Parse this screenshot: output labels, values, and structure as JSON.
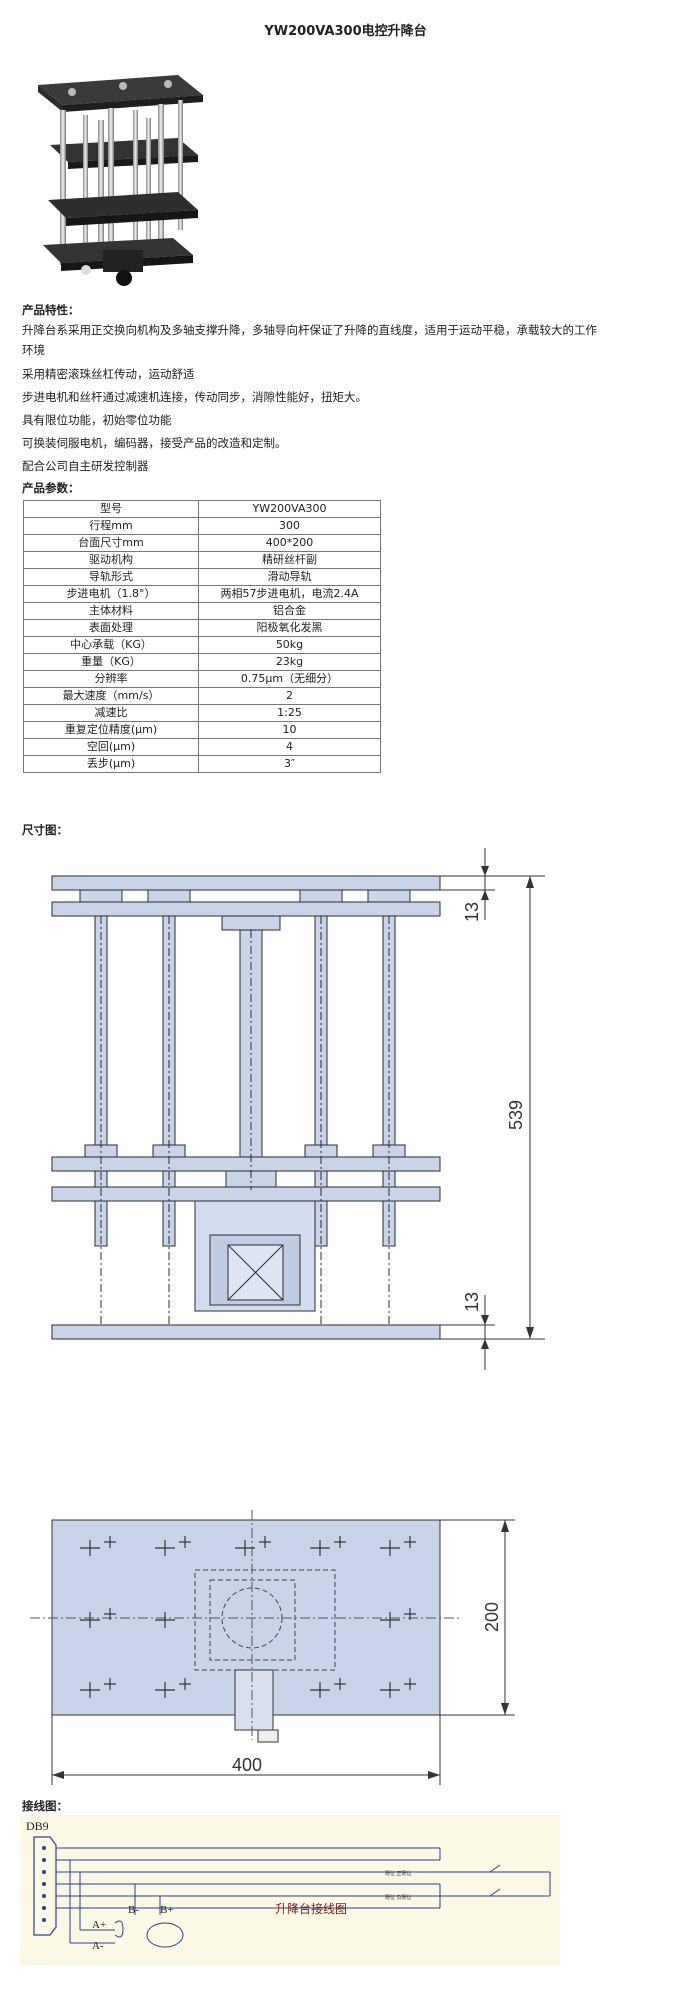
{
  "title": "YW200VA300电控升降台",
  "features": {
    "heading": "产品特性：",
    "lines": [
      "升降台系采用正交换向机构及多轴支撑升降，多轴导向杆保证了升降的直线度，适用于运动平稳，承载较大的工作",
      "环境",
      "采用精密滚珠丝杠传动，运动舒适",
      "步进电机和丝杆通过减速机连接，传动同步，消隙性能好，扭矩大。",
      "具有限位功能，初始零位功能",
      "可换装伺服电机，编码器，接受产品的改造和定制。",
      "配合公司自主研发控制器"
    ]
  },
  "params": {
    "heading": "产品参数：",
    "rows": [
      [
        "型号",
        "YW200VA300"
      ],
      [
        "行程mm",
        "300"
      ],
      [
        "台面尺寸mm",
        "400*200"
      ],
      [
        "驱动机构",
        "精研丝杆副"
      ],
      [
        "导轨形式",
        "滑动导轨"
      ],
      [
        "步进电机（1.8°）",
        "两相57步进电机，电流2.4A"
      ],
      [
        "主体材料",
        "铝合金"
      ],
      [
        "表面处理",
        "阳极氧化发黑"
      ],
      [
        "中心承载（KG）",
        "50kg"
      ],
      [
        "重量（KG）",
        "23kg"
      ],
      [
        "分辨率",
        "0.75μm（无细分）"
      ],
      [
        "最大速度（mm/s）",
        "2"
      ],
      [
        "减速比",
        "1:25"
      ],
      [
        "重复定位精度(μm)",
        "10"
      ],
      [
        "空回(μm)",
        "4"
      ],
      [
        "丢步(μm)",
        "3″"
      ]
    ]
  },
  "dimensions": {
    "heading": "尺寸图：",
    "front": {
      "top_thickness": "13",
      "height": "539",
      "bottom_thickness": "13"
    },
    "top": {
      "depth": "200",
      "width": "400"
    }
  },
  "wiring": {
    "heading": "接线图：",
    "connector": "DB9",
    "labels": [
      "B-",
      "B+",
      "A+",
      "A-"
    ],
    "switch_label_1": "限位 正限位",
    "switch_label_2": "限位 负限位",
    "caption": "升降台接线图"
  }
}
